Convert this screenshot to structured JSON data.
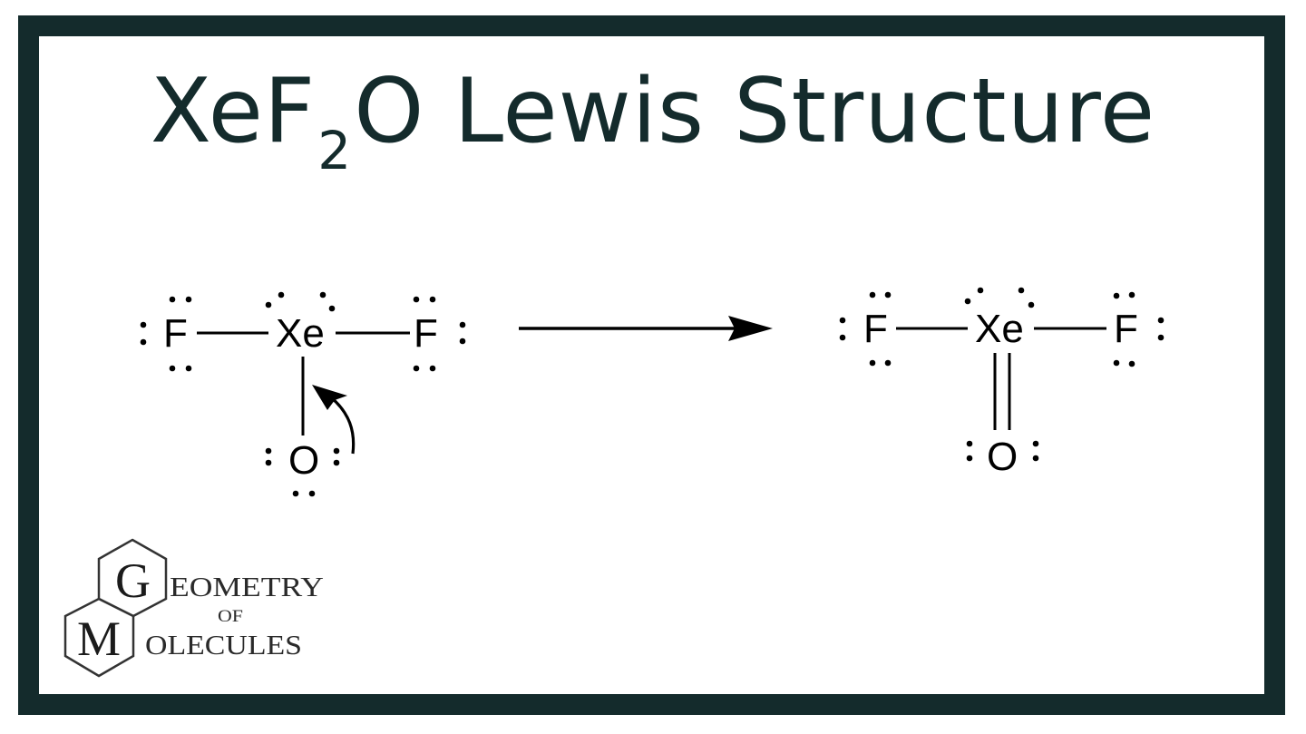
{
  "title": {
    "prefix": "XeF",
    "subscript": "2",
    "suffix": "O Lewis Structure"
  },
  "colors": {
    "frame": "#142b2c",
    "background": "#ffffff",
    "ink": "#000000"
  },
  "left_structure": {
    "center": "Xe",
    "left": "F",
    "right": "F",
    "bottom": "O",
    "bond_to_oxygen": "single",
    "note": "curved arrow from O lone pair to Xe–O bond"
  },
  "right_structure": {
    "center": "Xe",
    "left": "F",
    "right": "F",
    "bottom": "O",
    "bond_to_oxygen": "double"
  },
  "logo": {
    "letter_g": "G",
    "letter_m": "M",
    "line1": "EOMETRY",
    "line2": "OF",
    "line3": "OLECULES"
  }
}
